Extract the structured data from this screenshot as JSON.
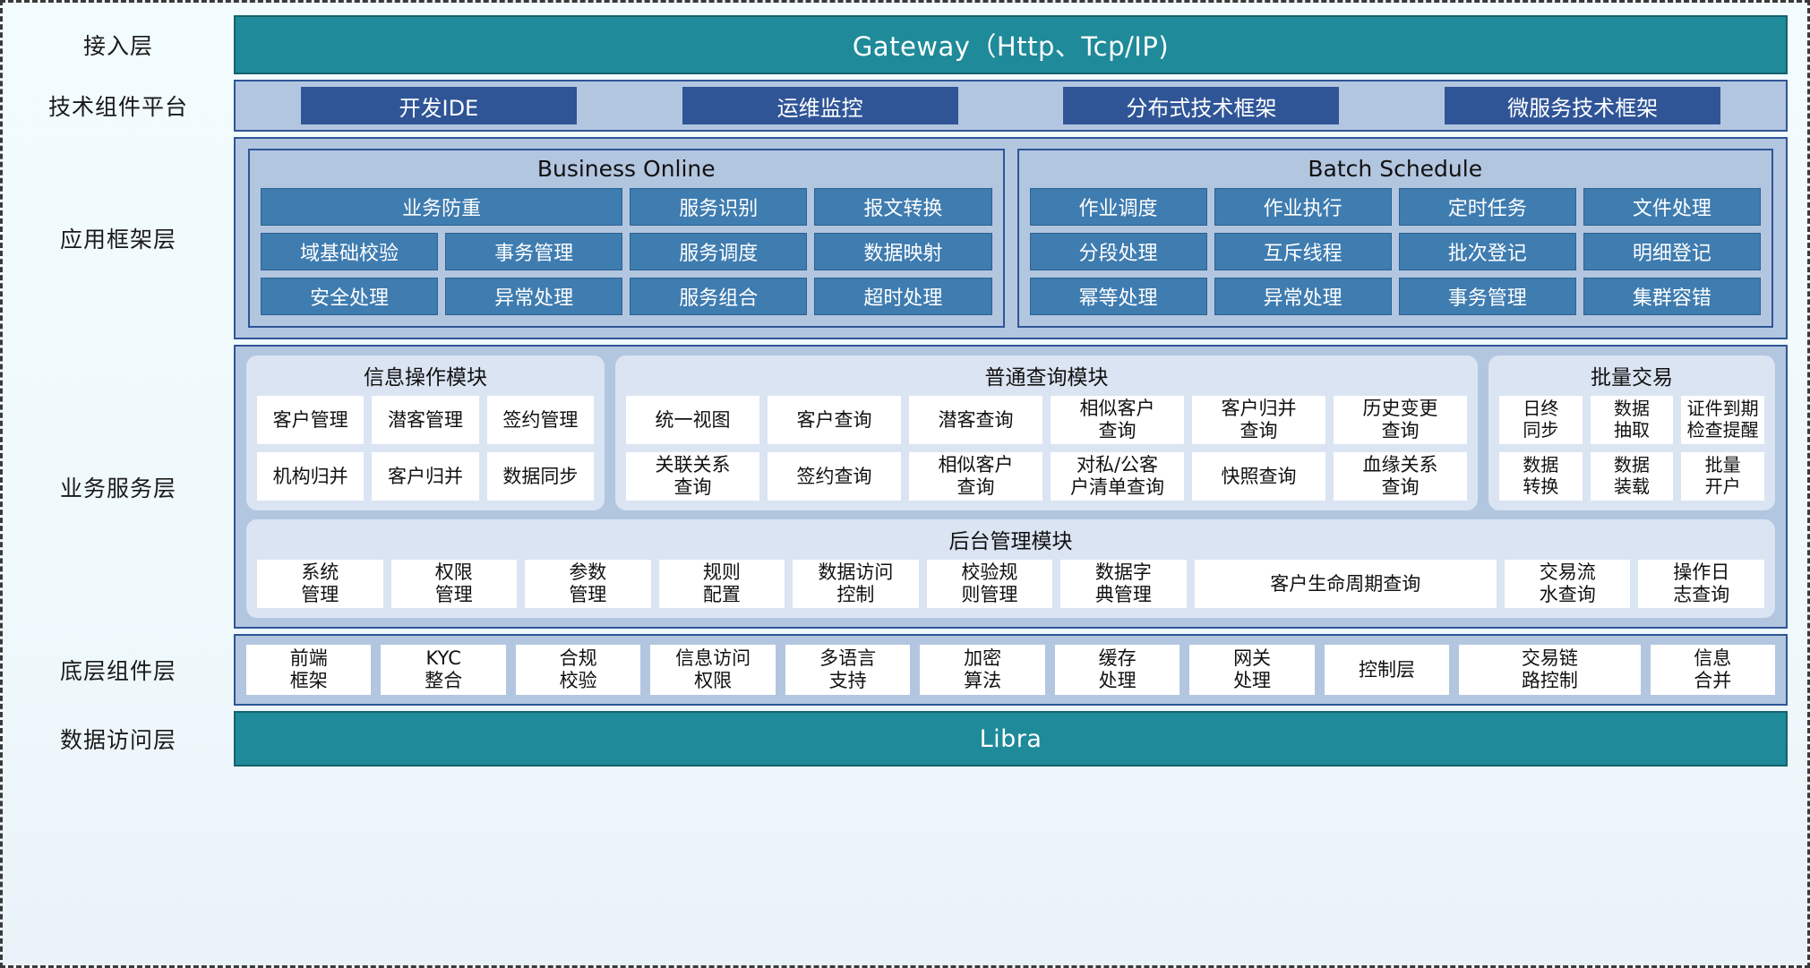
{
  "diagram": {
    "layers": [
      {
        "label": "接入层"
      },
      {
        "label": "技术组件平台"
      },
      {
        "label": "应用框架层"
      },
      {
        "label": "业务服务层"
      },
      {
        "label": "底层组件层"
      },
      {
        "label": "数据访问层"
      }
    ]
  },
  "access_layer": {
    "title": "Gateway（Http、Tcp/IP)"
  },
  "tech_platform": {
    "chips": [
      "开发IDE",
      "运维监控",
      "分布式技术框架",
      "微服务技术框架"
    ]
  },
  "app_framework": {
    "business_online": {
      "title": "Business Online",
      "cells": [
        "业务防重",
        "服务识别",
        "报文转换",
        "域基础校验",
        "事务管理",
        "服务调度",
        "数据映射",
        "安全处理",
        "异常处理",
        "服务组合",
        "超时处理"
      ]
    },
    "batch_schedule": {
      "title": "Batch Schedule",
      "cells": [
        "作业调度",
        "作业执行",
        "定时任务",
        "文件处理",
        "分段处理",
        "互斥线程",
        "批次登记",
        "明细登记",
        "幂等处理",
        "异常处理",
        "事务管理",
        "集群容错"
      ]
    }
  },
  "business_service": {
    "info_module": {
      "title": "信息操作模块",
      "cells": [
        "客户管理",
        "潜客管理",
        "签约管理",
        "机构归并",
        "客户归并",
        "数据同步"
      ]
    },
    "query_module": {
      "title": "普通查询模块",
      "cells": [
        "统一视图",
        "客户查询",
        "潜客查询",
        "相似客户\n查询",
        "客户归并\n查询",
        "历史变更\n查询",
        "关联关系\n查询",
        "签约查询",
        "相似客户\n查询",
        "对私/公客\n户清单查询",
        "快照查询",
        "血缘关系\n查询"
      ]
    },
    "batch_module": {
      "title": "批量交易",
      "cells": [
        "日终\n同步",
        "数据\n抽取",
        "证件到期\n检查提醒",
        "数据\n转换",
        "数据\n装载",
        "批量\n开户"
      ]
    },
    "admin_module": {
      "title": "后台管理模块",
      "cells": [
        "系统\n管理",
        "权限\n管理",
        "参数\n管理",
        "规则\n配置",
        "数据访问\n控制",
        "校验规\n则管理",
        "数据字\n典管理",
        "客户生命周期查询",
        "交易流\n水查询",
        "操作日\n志查询"
      ]
    }
  },
  "bottom_components": {
    "cells": [
      "前端\n框架",
      "KYC\n整合",
      "合规\n校验",
      "信息访问\n权限",
      "多语言\n支持",
      "加密\n算法",
      "缓存\n处理",
      "网关\n处理",
      "控制层",
      "交易链\n路控制",
      "信息\n合并"
    ]
  },
  "data_access_layer": {
    "title": "Libra"
  },
  "colors": {
    "teal": "#1f8a99",
    "band_blue": "#b3c6e0",
    "chip_navy": "#2f5597",
    "cell_blue": "#3f7cb0",
    "module_bg": "#dbe4f2",
    "white_cell": "#ffffff"
  }
}
